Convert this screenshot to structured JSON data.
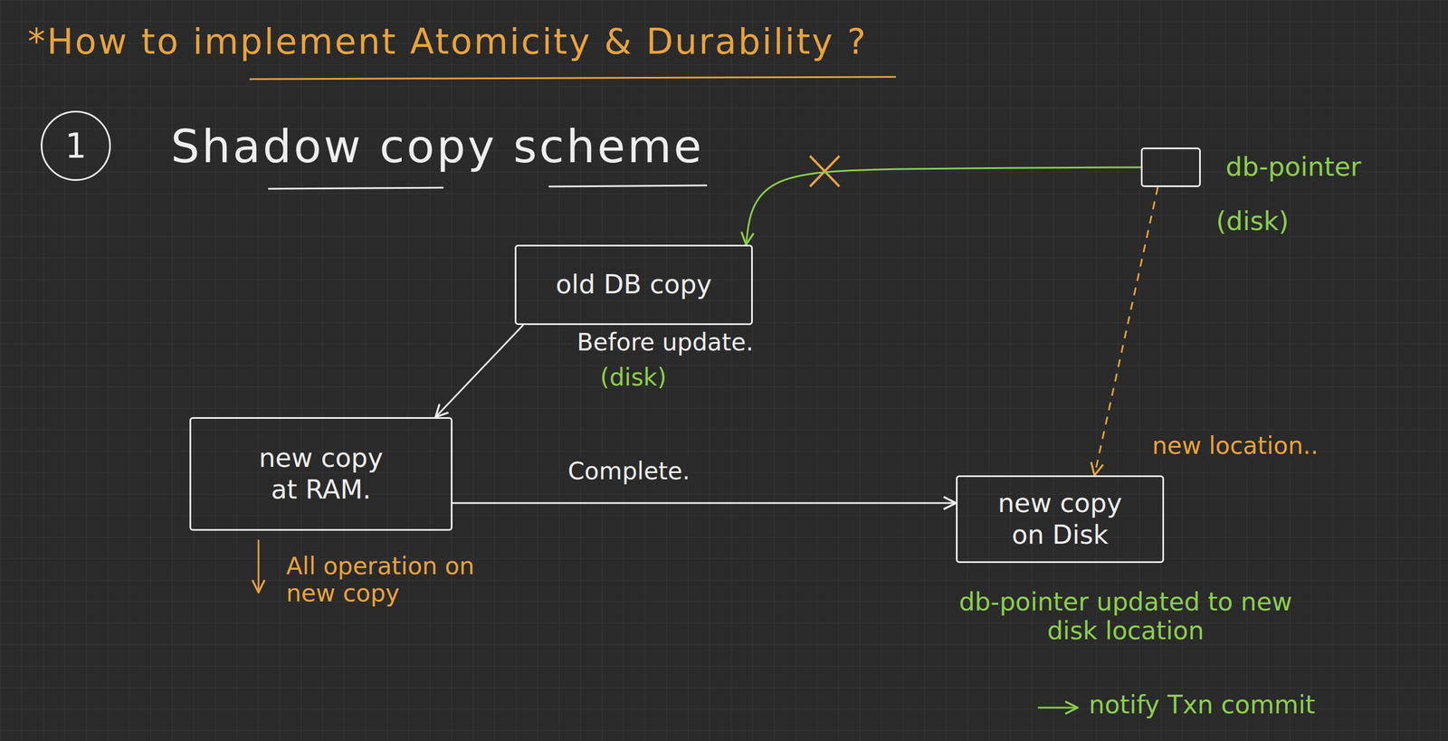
{
  "diagram": {
    "title": "*How to implement Atomicity & Durability ?",
    "nodes": [
      {
        "text": [
          "1"
        ]
      },
      {
        "text": [
          "db-pointer",
          "(disk)"
        ]
      },
      {
        "text": [
          "old DB copy"
        ]
      },
      {
        "text": [
          "new copy at RAM."
        ]
      },
      {
        "text": [
          "new copy on Disk"
        ]
      }
    ],
    "edges": [
      {
        "from": 1,
        "to": 2,
        "arrow": "to"
      },
      {
        "from": 2,
        "to": 3,
        "arrow": "to"
      },
      {
        "from": 3,
        "to": 4,
        "arrow": "to",
        "label": "Complete."
      },
      {
        "from": 1,
        "to": 4,
        "arrow": "to",
        "label": "new location.."
      }
    ],
    "labels": [
      "Shadow copy scheme",
      "Before update.",
      "(disk)",
      "All operation on new copy",
      "db-pointer updated to new disk location",
      "notify Txn commit"
    ]
  }
}
